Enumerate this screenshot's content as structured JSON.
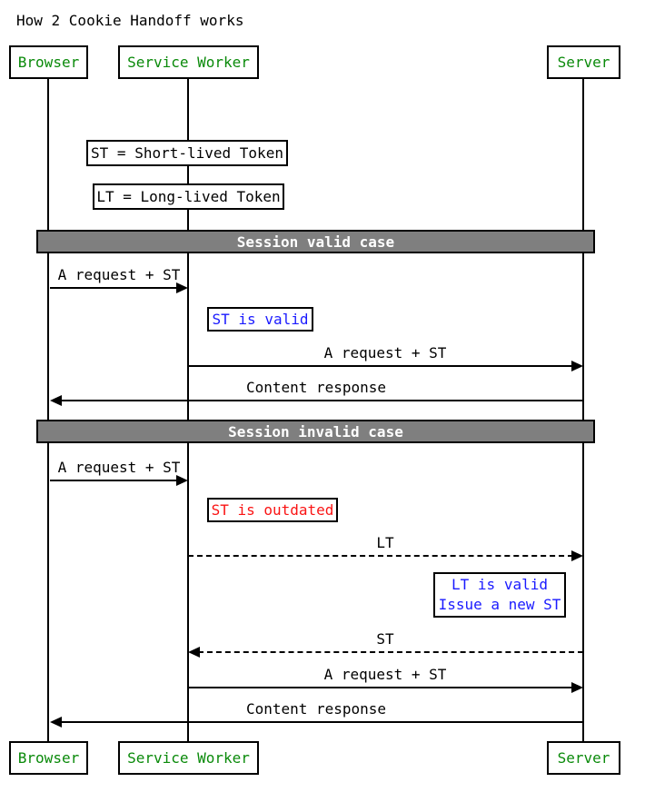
{
  "title": "How 2 Cookie Handoff works",
  "colors": {
    "bg": "#ffffff",
    "line": "#000000",
    "actor_text": "#0a8a0a",
    "note_blue": "#1a1aff",
    "note_red": "#fa1414",
    "band_bg": "#7f7f7f",
    "band_text": "#ffffff"
  },
  "actors": [
    {
      "label": "Browser"
    },
    {
      "label": "Service Worker"
    },
    {
      "label": "Server"
    }
  ],
  "legend": [
    {
      "text": "ST = Short-lived Token"
    },
    {
      "text": "LT = Long-lived Token"
    }
  ],
  "sections": [
    {
      "label": "Session valid case"
    },
    {
      "label": "Session invalid case"
    }
  ],
  "messages": [
    {
      "label": "A request + ST",
      "from": "Browser",
      "to": "Service Worker",
      "style": "solid"
    },
    {
      "label": "A request + ST",
      "from": "Service Worker",
      "to": "Server",
      "style": "solid"
    },
    {
      "label": "Content response",
      "from": "Server",
      "to": "Browser",
      "style": "solid"
    },
    {
      "label": "A request + ST",
      "from": "Browser",
      "to": "Service Worker",
      "style": "solid"
    },
    {
      "label": "LT",
      "from": "Service Worker",
      "to": "Server",
      "style": "dashed"
    },
    {
      "label": "ST",
      "from": "Server",
      "to": "Service Worker",
      "style": "dashed"
    },
    {
      "label": "A request + ST",
      "from": "Service Worker",
      "to": "Server",
      "style": "solid"
    },
    {
      "label": "Content response",
      "from": "Server",
      "to": "Browser",
      "style": "solid"
    }
  ],
  "notes": [
    {
      "lines": [
        "ST is valid"
      ],
      "color": "blue"
    },
    {
      "lines": [
        "ST is outdated"
      ],
      "color": "red"
    },
    {
      "lines": [
        "LT is valid",
        "Issue a new ST"
      ],
      "color": "blue"
    }
  ]
}
